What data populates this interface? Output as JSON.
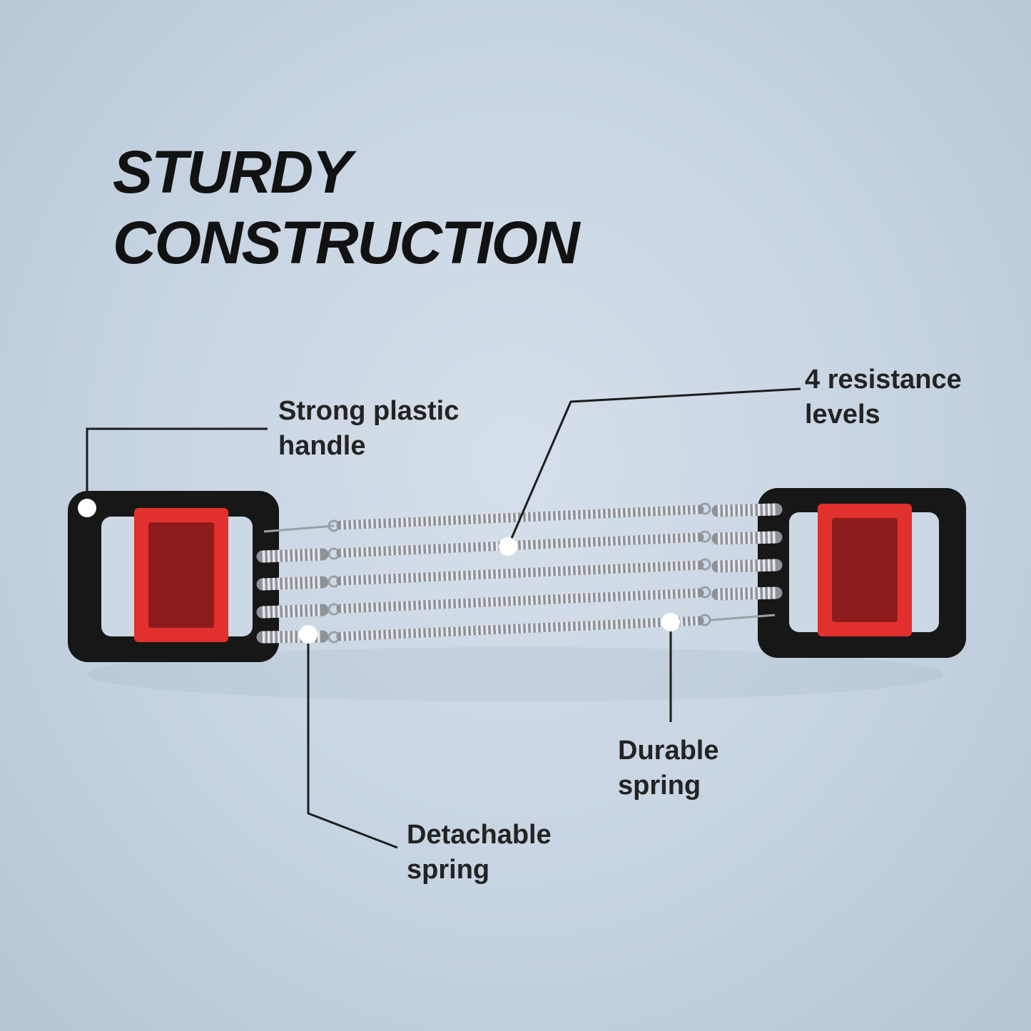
{
  "title": {
    "line1": "STURDY",
    "line2": "CONSTRUCTION"
  },
  "callouts": {
    "handle": {
      "label": "Strong plastic handle"
    },
    "resistance": {
      "label": "4 resistance levels"
    },
    "durable": {
      "label": "Durable spring"
    },
    "detachable": {
      "label": "Detachable spring"
    }
  },
  "colors": {
    "background": "#c6d3e1",
    "title_text": "#121212",
    "label_text": "#232323",
    "handle_frame": "#171717",
    "handle_grip_red": "#e2302e",
    "handle_grip_red_dark": "#8f1c1c",
    "spring_base": "#8d9299",
    "spring_highlight": "#e6e9ed",
    "callout_line": "#1d1d1d",
    "callout_dot": "#ffffff"
  }
}
